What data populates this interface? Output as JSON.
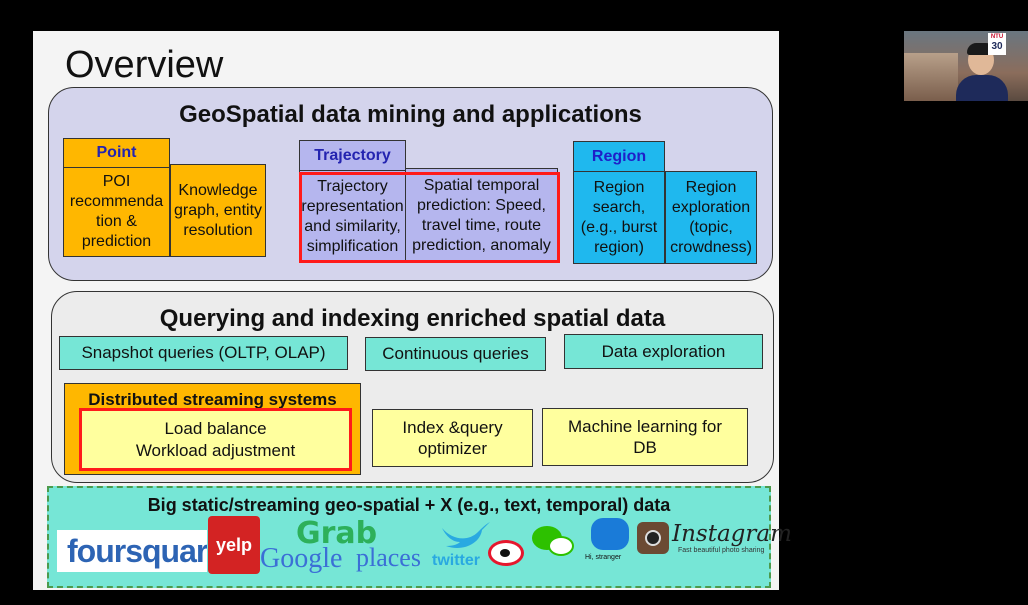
{
  "slide": {
    "title": "Overview",
    "top_panel": {
      "heading": "GeoSpatial data mining and applications",
      "point": {
        "header": "Point",
        "items": [
          "POI recommenda tion & prediction",
          "Knowledge graph, entity resolution"
        ]
      },
      "trajectory": {
        "header": "Trajectory",
        "items": [
          "Trajectory representation and similarity, simplification",
          "Spatial temporal prediction: Speed, travel time, route prediction, anomaly"
        ]
      },
      "region": {
        "header": "Region",
        "items": [
          "Region search, (e.g., burst region)",
          "Region exploration (topic, crowdness)"
        ]
      }
    },
    "middle_panel": {
      "heading": "Querying and indexing enriched spatial data",
      "row1": [
        "Snapshot queries (OLTP, OLAP)",
        "Continuous queries",
        "Data exploration"
      ],
      "distributed_header": "Distributed streaming systems",
      "load_balance": [
        "Load balance",
        "Workload adjustment"
      ],
      "index_optimizer": "Index &query optimizer",
      "ml_db": "Machine learning for DB"
    },
    "bottom_panel": {
      "heading": "Big static/streaming geo-spatial + X (e.g., text, temporal) data",
      "logos": {
        "foursquare": "foursquar",
        "yelp": "yelp",
        "grab": "Grab",
        "google": "Google",
        "places": "places",
        "twitter": "twitter",
        "wechat_caption": "Hi, stranger",
        "instagram": "Instagram",
        "instagram_tagline": "Fast beautiful photo sharing"
      }
    }
  },
  "webcam": {
    "badge_brand": "NTU",
    "badge_number": "30"
  },
  "colors": {
    "orange": "#ffb700",
    "purple": "#b5b6ee",
    "blue": "#1fb8ee",
    "teal": "#76e6d6",
    "yellow": "#ffff9e",
    "highlight": "#ff1a1a"
  }
}
